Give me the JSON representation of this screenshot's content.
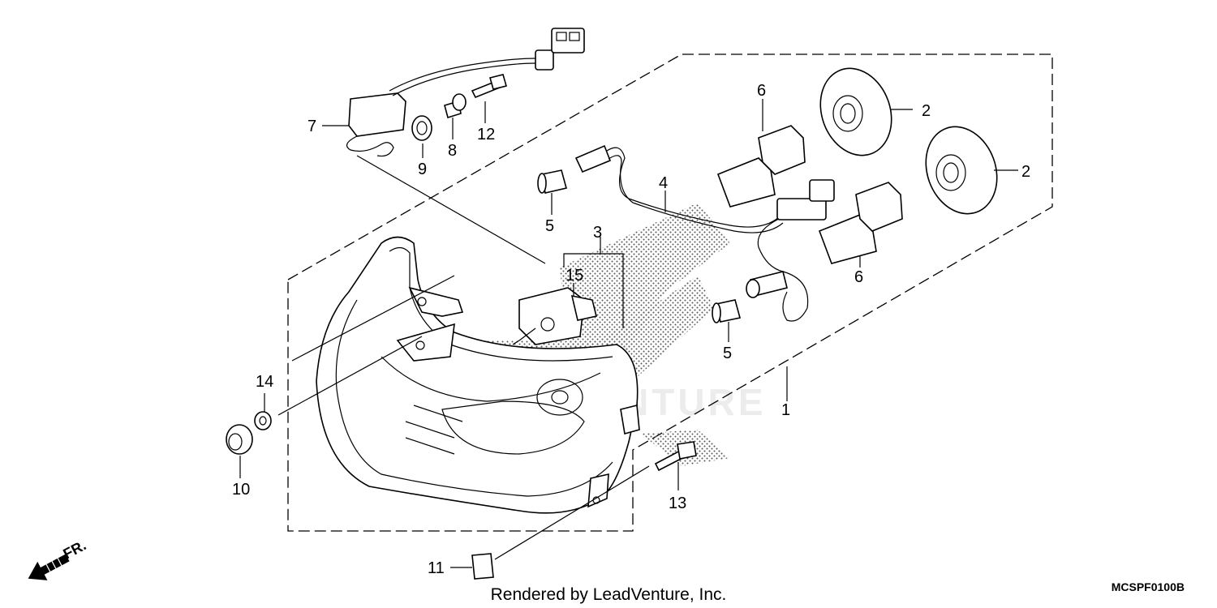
{
  "callouts": [
    "1",
    "2",
    "2",
    "3",
    "4",
    "5",
    "5",
    "6",
    "6",
    "7",
    "8",
    "9",
    "10",
    "11",
    "12",
    "13",
    "14",
    "15"
  ],
  "footer": {
    "credit": "Rendered by LeadVenture, Inc.",
    "code": "MCSPF0100B"
  },
  "direction": {
    "label": "FR.",
    "icon": "arrow-front-icon"
  },
  "watermark": {
    "text": "LEADVENTURE"
  }
}
